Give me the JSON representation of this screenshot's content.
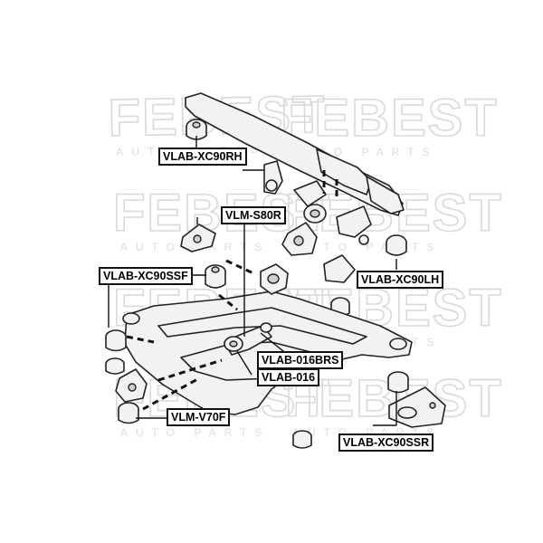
{
  "watermark": {
    "brand": "FEBEST",
    "sub": "AUTO PARTS"
  },
  "labels": {
    "vlab_xc90rh": "VLAB-XC90RH",
    "vlm_s80r": "VLM-S80R",
    "vlab_xc90ssf": "VLAB-XC90SSF",
    "vlab_xc90lh": "VLAB-XC90LH",
    "vlab_016brs": "VLAB-016BRS",
    "vlab_016": "VLAB-016",
    "vlm_v70f": "VLM-V70F",
    "vlab_xc90ssr": "VLAB-XC90SSR"
  },
  "colors": {
    "line": "#111111",
    "watermark": "#d9d9d9"
  }
}
